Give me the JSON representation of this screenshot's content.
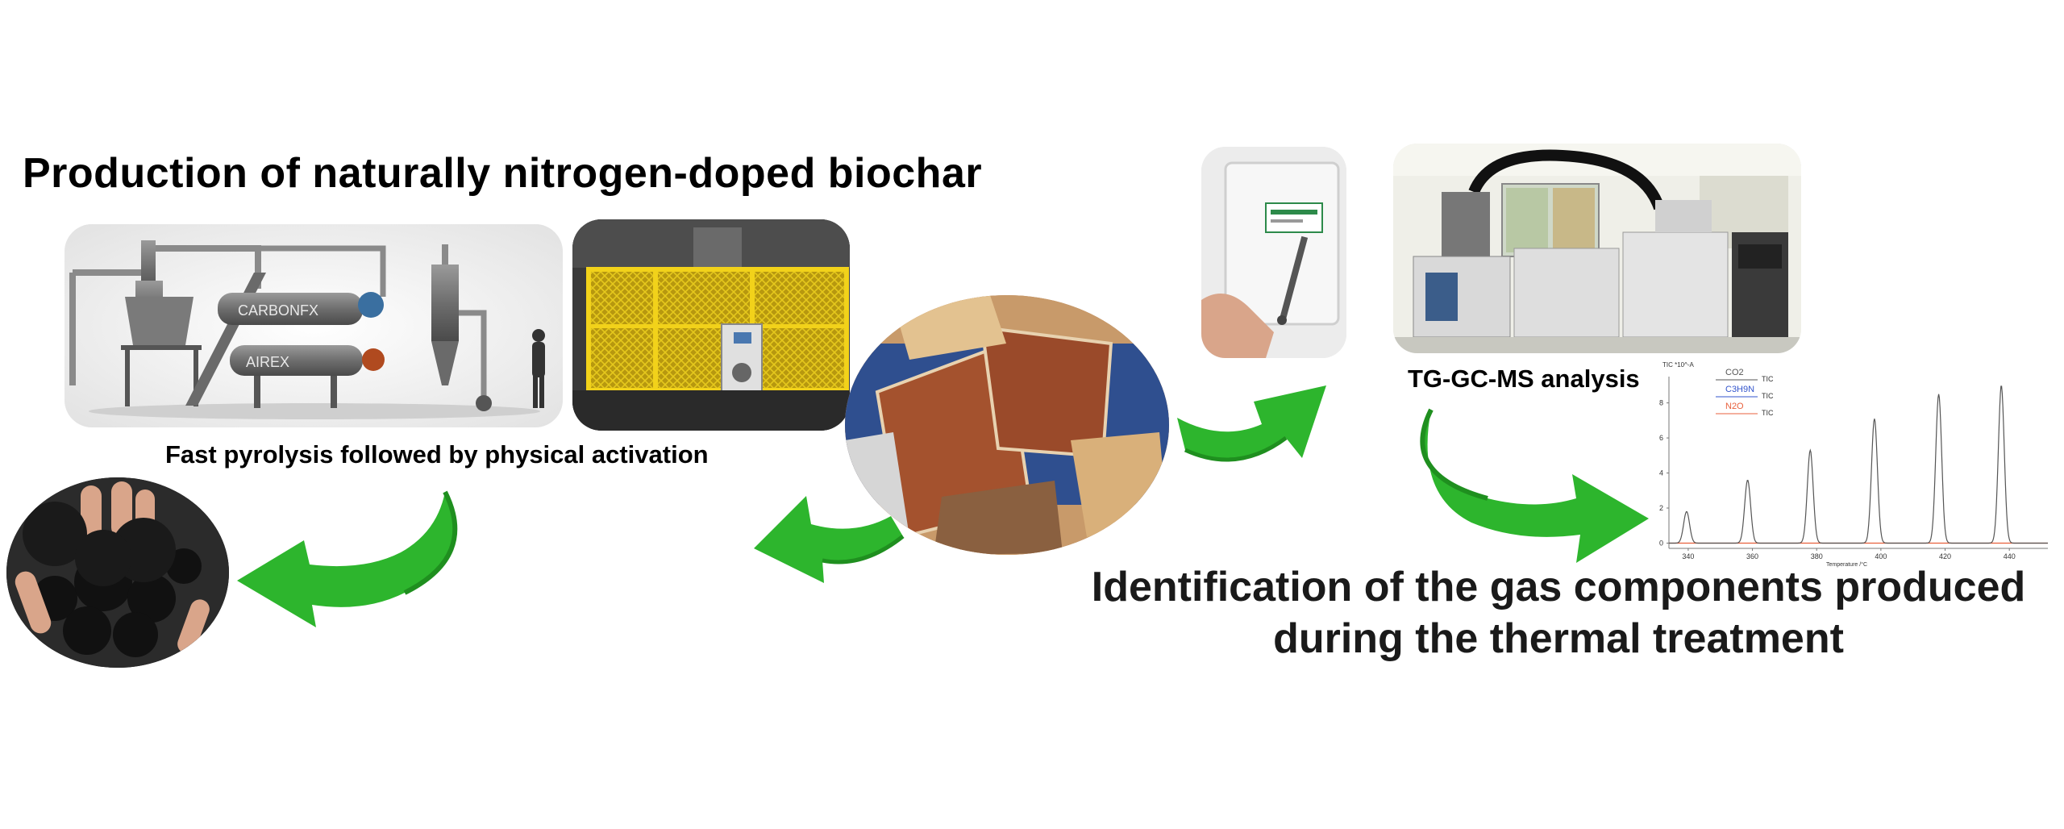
{
  "title": "Production of naturally nitrogen-doped biochar",
  "caption_pyrolysis": "Fast pyrolysis followed by physical activation",
  "caption_tggcms": "TG-GC-MS analysis",
  "caption_identification_line1": "Identification of the gas components produced",
  "caption_identification_line2": "during the thermal treatment",
  "plant_labels": {
    "carbonfx": "CARBONFX",
    "airex": "AIREX"
  },
  "colors": {
    "arrow_green": "#2db52d",
    "arrow_green_dark": "#1f8f1f",
    "cage_yellow": "#f2d21a"
  },
  "chart_data": {
    "type": "line",
    "xlabel": "Temperature /°C",
    "ylabel": "TIC *10^-A",
    "x_ticks": [
      340,
      360,
      380,
      400,
      420,
      440
    ],
    "y_ticks": [
      0,
      2,
      4,
      6,
      8
    ],
    "xlim": [
      334,
      452
    ],
    "ylim": [
      -0.3,
      9.5
    ],
    "grid": false,
    "legend_position": "top-left",
    "series": [
      {
        "name": "CO2",
        "suffix": "TIC",
        "color": "#555555",
        "peaks": [
          {
            "x": 339.5,
            "y": 1.8
          },
          {
            "x": 358.5,
            "y": 3.6
          },
          {
            "x": 378,
            "y": 5.3
          },
          {
            "x": 398,
            "y": 7.1
          },
          {
            "x": 418,
            "y": 8.5
          },
          {
            "x": 437.5,
            "y": 9.0
          }
        ]
      },
      {
        "name": "C3H9N",
        "suffix": "TIC",
        "color": "#3355cc",
        "peaks": []
      },
      {
        "name": "N2O",
        "suffix": "TIC",
        "color": "#e8603c",
        "peaks": []
      }
    ]
  }
}
